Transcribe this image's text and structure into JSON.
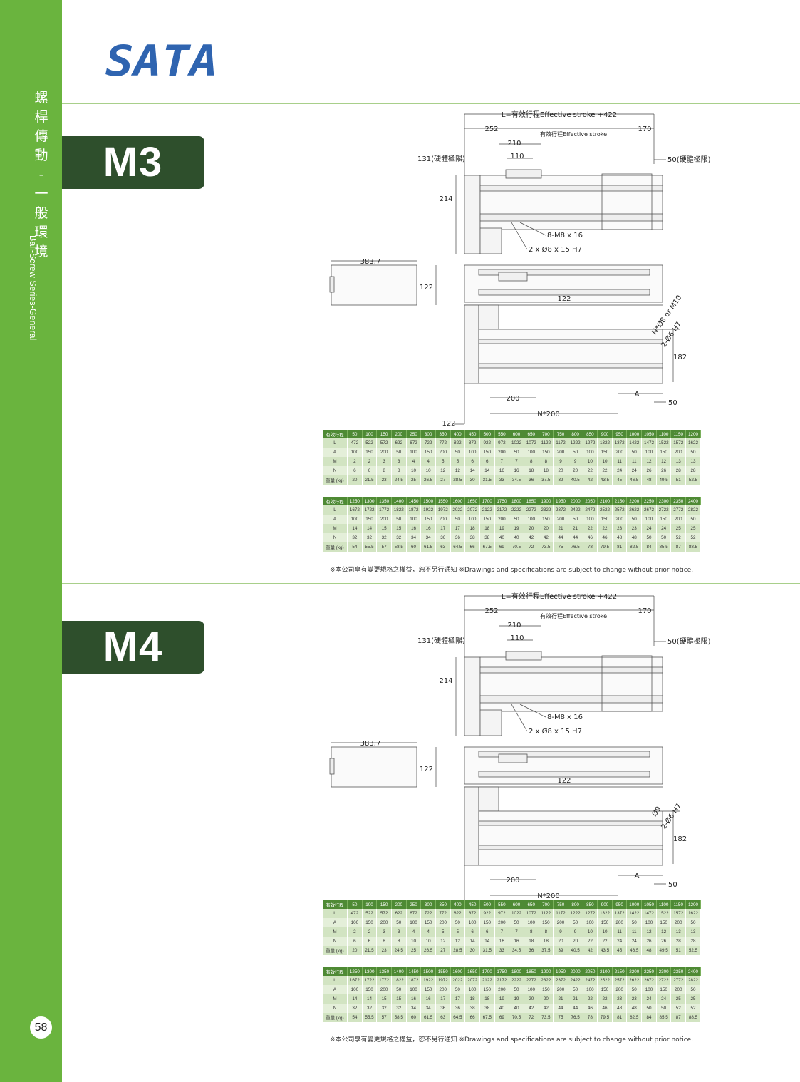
{
  "brand": {
    "logo_text": "SATA",
    "logo_color": "#2f64b0"
  },
  "sidebar": {
    "cn_chars": [
      "螺",
      "桿",
      "傳",
      "動",
      "-",
      "一",
      "般",
      "環",
      "境"
    ],
    "en_text": "Ball-Screw Series-General",
    "page_number": "58",
    "color": "#6ab43e"
  },
  "sections": [
    {
      "model": "M3",
      "dims": {
        "L": "L=有效行程Effective stroke +422",
        "d252": "252",
        "stroke": "有效行程Effective stroke",
        "d170": "170",
        "d210": "210",
        "d110": "110",
        "lim131": "131(硬體極限)",
        "lim50": "50(硬體極限)",
        "h214": "214",
        "m8": "8-M8  x  16",
        "pin": "2 x Ø8 x  15  H7",
        "d383": "383.7",
        "h122a": "122",
        "w122": "122",
        "hole1": "N*Ø8 or M10",
        "hole2": "2-Ø6 H7",
        "h182": "182",
        "d200": "200",
        "dA": "A",
        "d50": "50",
        "n200": "N*200",
        "b122": "122"
      },
      "table1": {
        "header": [
          "有效行程",
          "50",
          "100",
          "150",
          "200",
          "250",
          "300",
          "350",
          "400",
          "450",
          "500",
          "550",
          "600",
          "650",
          "700",
          "750",
          "800",
          "850",
          "900",
          "950",
          "1000",
          "1050",
          "1100",
          "1150",
          "1200"
        ],
        "rows": [
          [
            "L",
            "472",
            "522",
            "572",
            "622",
            "672",
            "722",
            "772",
            "822",
            "872",
            "922",
            "972",
            "1022",
            "1072",
            "1122",
            "1172",
            "1222",
            "1272",
            "1322",
            "1372",
            "1422",
            "1472",
            "1522",
            "1572",
            "1622"
          ],
          [
            "A",
            "100",
            "150",
            "200",
            "50",
            "100",
            "150",
            "200",
            "50",
            "100",
            "150",
            "200",
            "50",
            "100",
            "150",
            "200",
            "50",
            "100",
            "150",
            "200",
            "50",
            "100",
            "150",
            "200",
            "50"
          ],
          [
            "M",
            "2",
            "2",
            "3",
            "3",
            "4",
            "4",
            "5",
            "5",
            "6",
            "6",
            "7",
            "7",
            "8",
            "8",
            "9",
            "9",
            "10",
            "10",
            "11",
            "11",
            "12",
            "12",
            "13",
            "13"
          ],
          [
            "N",
            "6",
            "6",
            "8",
            "8",
            "10",
            "10",
            "12",
            "12",
            "14",
            "14",
            "16",
            "16",
            "18",
            "18",
            "20",
            "20",
            "22",
            "22",
            "24",
            "24",
            "26",
            "26",
            "28",
            "28"
          ],
          [
            "重量 (kg)",
            "20",
            "21.5",
            "23",
            "24.5",
            "25",
            "26.5",
            "27",
            "28.5",
            "30",
            "31.5",
            "33",
            "34.5",
            "36",
            "37.5",
            "39",
            "40.5",
            "42",
            "43.5",
            "45",
            "46.5",
            "48",
            "49.5",
            "51",
            "52.5"
          ]
        ]
      },
      "table2": {
        "header": [
          "有效行程",
          "1250",
          "1300",
          "1350",
          "1400",
          "1450",
          "1500",
          "1550",
          "1600",
          "1650",
          "1700",
          "1750",
          "1800",
          "1850",
          "1900",
          "1950",
          "2000",
          "2050",
          "2100",
          "2150",
          "2200",
          "2250",
          "2300",
          "2350",
          "2400"
        ],
        "rows": [
          [
            "L",
            "1672",
            "1722",
            "1772",
            "1822",
            "1872",
            "1922",
            "1972",
            "2022",
            "2072",
            "2122",
            "2172",
            "2222",
            "2272",
            "2322",
            "2372",
            "2422",
            "2472",
            "2522",
            "2572",
            "2622",
            "2672",
            "2722",
            "2772",
            "2822"
          ],
          [
            "A",
            "100",
            "150",
            "200",
            "50",
            "100",
            "150",
            "200",
            "50",
            "100",
            "150",
            "200",
            "50",
            "100",
            "150",
            "200",
            "50",
            "100",
            "150",
            "200",
            "50",
            "100",
            "150",
            "200",
            "50"
          ],
          [
            "M",
            "14",
            "14",
            "15",
            "15",
            "16",
            "16",
            "17",
            "17",
            "18",
            "18",
            "19",
            "19",
            "20",
            "20",
            "21",
            "21",
            "22",
            "22",
            "23",
            "23",
            "24",
            "24",
            "25",
            "25"
          ],
          [
            "N",
            "32",
            "32",
            "32",
            "32",
            "34",
            "34",
            "36",
            "36",
            "38",
            "38",
            "40",
            "40",
            "42",
            "42",
            "44",
            "44",
            "46",
            "46",
            "48",
            "48",
            "50",
            "50",
            "52",
            "52"
          ],
          [
            "重量 (kg)",
            "54",
            "55.5",
            "57",
            "58.5",
            "60",
            "61.5",
            "63",
            "64.5",
            "66",
            "67.5",
            "69",
            "70.5",
            "72",
            "73.5",
            "75",
            "76.5",
            "78",
            "79.5",
            "81",
            "82.5",
            "84",
            "85.5",
            "87",
            "88.5"
          ]
        ]
      },
      "note": "※本公司享有變更規格之權益，恕不另行通知 ※Drawings and specifications are subject to change without prior notice."
    },
    {
      "model": "M4",
      "dims": {
        "L": "L=有效行程Effective stroke +422",
        "d252": "252",
        "stroke": "有效行程Effective stroke",
        "d170": "170",
        "d210": "210",
        "d110": "110",
        "lim131": "131(硬體極限)",
        "lim50": "50(硬體極限)",
        "h214": "214",
        "m8": "8-M8  x  16",
        "pin": "2 x Ø8 x  15  H7",
        "d383": "383.7",
        "h122a": "122",
        "w122": "122",
        "hole1": "Ø9",
        "hole2": "2-Ø6 H7",
        "h182": "182",
        "d200": "200",
        "dA": "A",
        "d50": "50",
        "n200": "N*200",
        "b122": "122"
      },
      "table1": {
        "header": [
          "有效行程",
          "50",
          "100",
          "150",
          "200",
          "250",
          "300",
          "350",
          "400",
          "450",
          "500",
          "550",
          "600",
          "650",
          "700",
          "750",
          "800",
          "850",
          "900",
          "950",
          "1000",
          "1050",
          "1100",
          "1150",
          "1200"
        ],
        "rows": [
          [
            "L",
            "472",
            "522",
            "572",
            "622",
            "672",
            "722",
            "772",
            "822",
            "872",
            "922",
            "972",
            "1022",
            "1072",
            "1122",
            "1172",
            "1222",
            "1272",
            "1322",
            "1372",
            "1422",
            "1472",
            "1522",
            "1572",
            "1622"
          ],
          [
            "A",
            "100",
            "150",
            "200",
            "50",
            "100",
            "150",
            "200",
            "50",
            "100",
            "150",
            "200",
            "50",
            "100",
            "150",
            "200",
            "50",
            "100",
            "150",
            "200",
            "50",
            "100",
            "150",
            "200",
            "50"
          ],
          [
            "M",
            "2",
            "2",
            "3",
            "3",
            "4",
            "4",
            "5",
            "5",
            "6",
            "6",
            "7",
            "7",
            "8",
            "8",
            "9",
            "9",
            "10",
            "10",
            "11",
            "11",
            "12",
            "12",
            "13",
            "13"
          ],
          [
            "N",
            "6",
            "6",
            "8",
            "8",
            "10",
            "10",
            "12",
            "12",
            "14",
            "14",
            "16",
            "16",
            "18",
            "18",
            "20",
            "20",
            "22",
            "22",
            "24",
            "24",
            "26",
            "26",
            "28",
            "28"
          ],
          [
            "重量 (kg)",
            "20",
            "21.5",
            "23",
            "24.5",
            "25",
            "26.5",
            "27",
            "28.5",
            "30",
            "31.5",
            "33",
            "34.5",
            "36",
            "37.5",
            "39",
            "40.5",
            "42",
            "43.5",
            "45",
            "46.5",
            "48",
            "49.5",
            "51",
            "52.5"
          ]
        ]
      },
      "table2": {
        "header": [
          "有效行程",
          "1250",
          "1300",
          "1350",
          "1400",
          "1450",
          "1500",
          "1550",
          "1600",
          "1650",
          "1700",
          "1750",
          "1800",
          "1850",
          "1900",
          "1950",
          "2000",
          "2050",
          "2100",
          "2150",
          "2200",
          "2250",
          "2300",
          "2350",
          "2400"
        ],
        "rows": [
          [
            "L",
            "1672",
            "1722",
            "1772",
            "1822",
            "1872",
            "1922",
            "1972",
            "2022",
            "2072",
            "2122",
            "2172",
            "2222",
            "2272",
            "2322",
            "2372",
            "2422",
            "2472",
            "2522",
            "2572",
            "2622",
            "2672",
            "2722",
            "2772",
            "2822"
          ],
          [
            "A",
            "100",
            "150",
            "200",
            "50",
            "100",
            "150",
            "200",
            "50",
            "100",
            "150",
            "200",
            "50",
            "100",
            "150",
            "200",
            "50",
            "100",
            "150",
            "200",
            "50",
            "100",
            "150",
            "200",
            "50"
          ],
          [
            "M",
            "14",
            "14",
            "15",
            "15",
            "16",
            "16",
            "17",
            "17",
            "18",
            "18",
            "19",
            "19",
            "20",
            "20",
            "21",
            "21",
            "22",
            "22",
            "23",
            "23",
            "24",
            "24",
            "25",
            "25"
          ],
          [
            "N",
            "32",
            "32",
            "32",
            "32",
            "34",
            "34",
            "36",
            "36",
            "38",
            "38",
            "40",
            "40",
            "42",
            "42",
            "44",
            "44",
            "46",
            "46",
            "48",
            "48",
            "50",
            "50",
            "52",
            "52"
          ],
          [
            "重量 (kg)",
            "54",
            "55.5",
            "57",
            "58.5",
            "60",
            "61.5",
            "63",
            "64.5",
            "66",
            "67.5",
            "69",
            "70.5",
            "72",
            "73.5",
            "75",
            "76.5",
            "78",
            "79.5",
            "81",
            "82.5",
            "84",
            "85.5",
            "87",
            "88.5"
          ]
        ]
      },
      "note": "※本公司享有變更規格之權益，恕不另行通知 ※Drawings and specifications are subject to change without prior notice."
    }
  ]
}
